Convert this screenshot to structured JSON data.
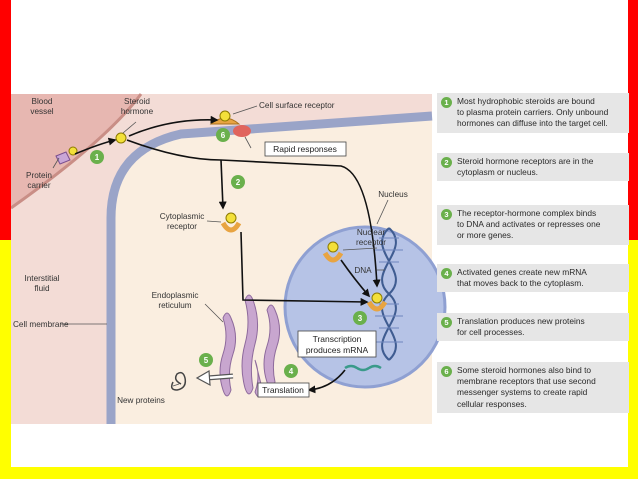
{
  "labels": {
    "blood_vessel": [
      "Blood",
      "vessel"
    ],
    "steroid_hormone": [
      "Steroid",
      "hormone"
    ],
    "cell_surface_receptor": "Cell surface receptor",
    "rapid_responses": "Rapid responses",
    "protein_carrier": [
      "Protein",
      "carrier"
    ],
    "cytoplasmic_receptor": [
      "Cytoplasmic",
      "receptor"
    ],
    "nucleus": "Nucleus",
    "nuclear_receptor": [
      "Nuclear",
      "receptor"
    ],
    "dna": "DNA",
    "interstitial_fluid": [
      "Interstitial",
      "fluid"
    ],
    "endoplasmic_reticulum": [
      "Endoplasmic",
      "reticulum"
    ],
    "cell_membrane": "Cell membrane",
    "transcription": [
      "Transcription",
      "produces mRNA"
    ],
    "new_proteins": "New proteins",
    "translation": "Translation"
  },
  "markers": [
    "1",
    "2",
    "3",
    "4",
    "5",
    "6"
  ],
  "steps": [
    {
      "num": "1",
      "lines": [
        "Most hydrophobic steroids are bound",
        "to plasma protein carriers. Only unbound",
        "hormones can diffuse into the target cell."
      ]
    },
    {
      "num": "2",
      "lines": [
        "Steroid hormone receptors are in the",
        "cytoplasm or nucleus."
      ]
    },
    {
      "num": "3",
      "lines": [
        "The receptor-hormone complex binds",
        "to DNA and activates or represses one",
        "or more genes."
      ]
    },
    {
      "num": "4",
      "lines": [
        "Activated genes create new mRNA",
        "that moves back to the cytoplasm."
      ]
    },
    {
      "num": "5",
      "lines": [
        "Translation produces new proteins",
        "for cell processes."
      ]
    },
    {
      "num": "6",
      "lines": [
        "Some steroid hormones also bind to",
        "membrane receptors that use second",
        "messenger systems to create rapid",
        "cellular responses."
      ]
    }
  ],
  "colors": {
    "top_band": "#ff0000",
    "bottom_band": "#ffff00",
    "cytoplasm": "#faeee0",
    "interstitial": "#f3dcd6",
    "membrane": "#9aa4c8",
    "nucleus": "#b6c3e6",
    "step_bg": "#e6e6e6",
    "step_marker": "#6ab04c"
  }
}
